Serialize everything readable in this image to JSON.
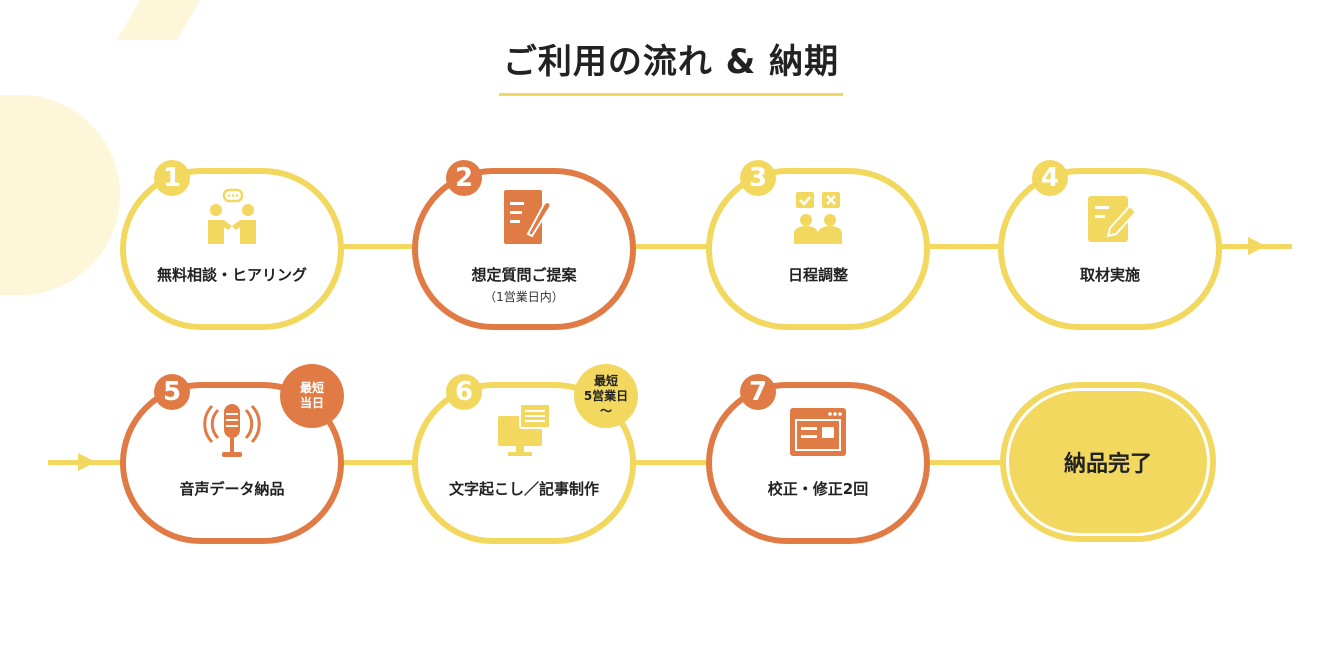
{
  "title": "ご利用の流れ & 納期",
  "colors": {
    "yellow": "#f2d85e",
    "orange": "#e07b45"
  },
  "steps": [
    {
      "num": "1",
      "label": "無料相談・ヒアリング",
      "icon": "consultation-icon"
    },
    {
      "num": "2",
      "label": "想定質問ご提案",
      "sub": "（1営業日内）",
      "icon": "document-pen-icon"
    },
    {
      "num": "3",
      "label": "日程調整",
      "icon": "schedule-check-icon"
    },
    {
      "num": "4",
      "label": "取材実施",
      "icon": "notepad-edit-icon"
    },
    {
      "num": "5",
      "label": "音声データ納品",
      "icon": "microphone-icon",
      "badge": [
        "最短",
        "当日"
      ]
    },
    {
      "num": "6",
      "label": "文字起こし／記事制作",
      "icon": "computer-chat-icon",
      "badge": [
        "最短",
        "5営業日",
        "〜"
      ]
    },
    {
      "num": "7",
      "label": "校正・修正2回",
      "icon": "browser-window-icon"
    }
  ],
  "complete": "納品完了"
}
